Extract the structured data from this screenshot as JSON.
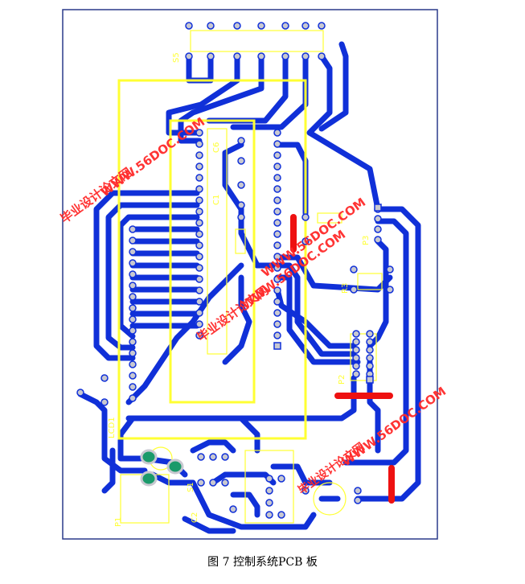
{
  "caption": "图 7  控制系统PCB 板",
  "labels": {
    "s5": "S5",
    "p3": "P3",
    "p2": "P2",
    "p1": "P1",
    "c1": "C1",
    "c2": "C2",
    "c6": "C6",
    "s1": "S1",
    "r3": "R3",
    "lcd": "LCD1"
  },
  "watermarks": [
    "毕业设计论文网",
    "WWW.56DOC.COM"
  ],
  "colors": {
    "background": "#ffffff",
    "board_outline": "#2a3a8a",
    "trace": "#1030d8",
    "silkscreen": "#ffff33",
    "jumper": "#ee1111",
    "pad": "#c8c8d0",
    "watermark": "#ff2a2a"
  }
}
